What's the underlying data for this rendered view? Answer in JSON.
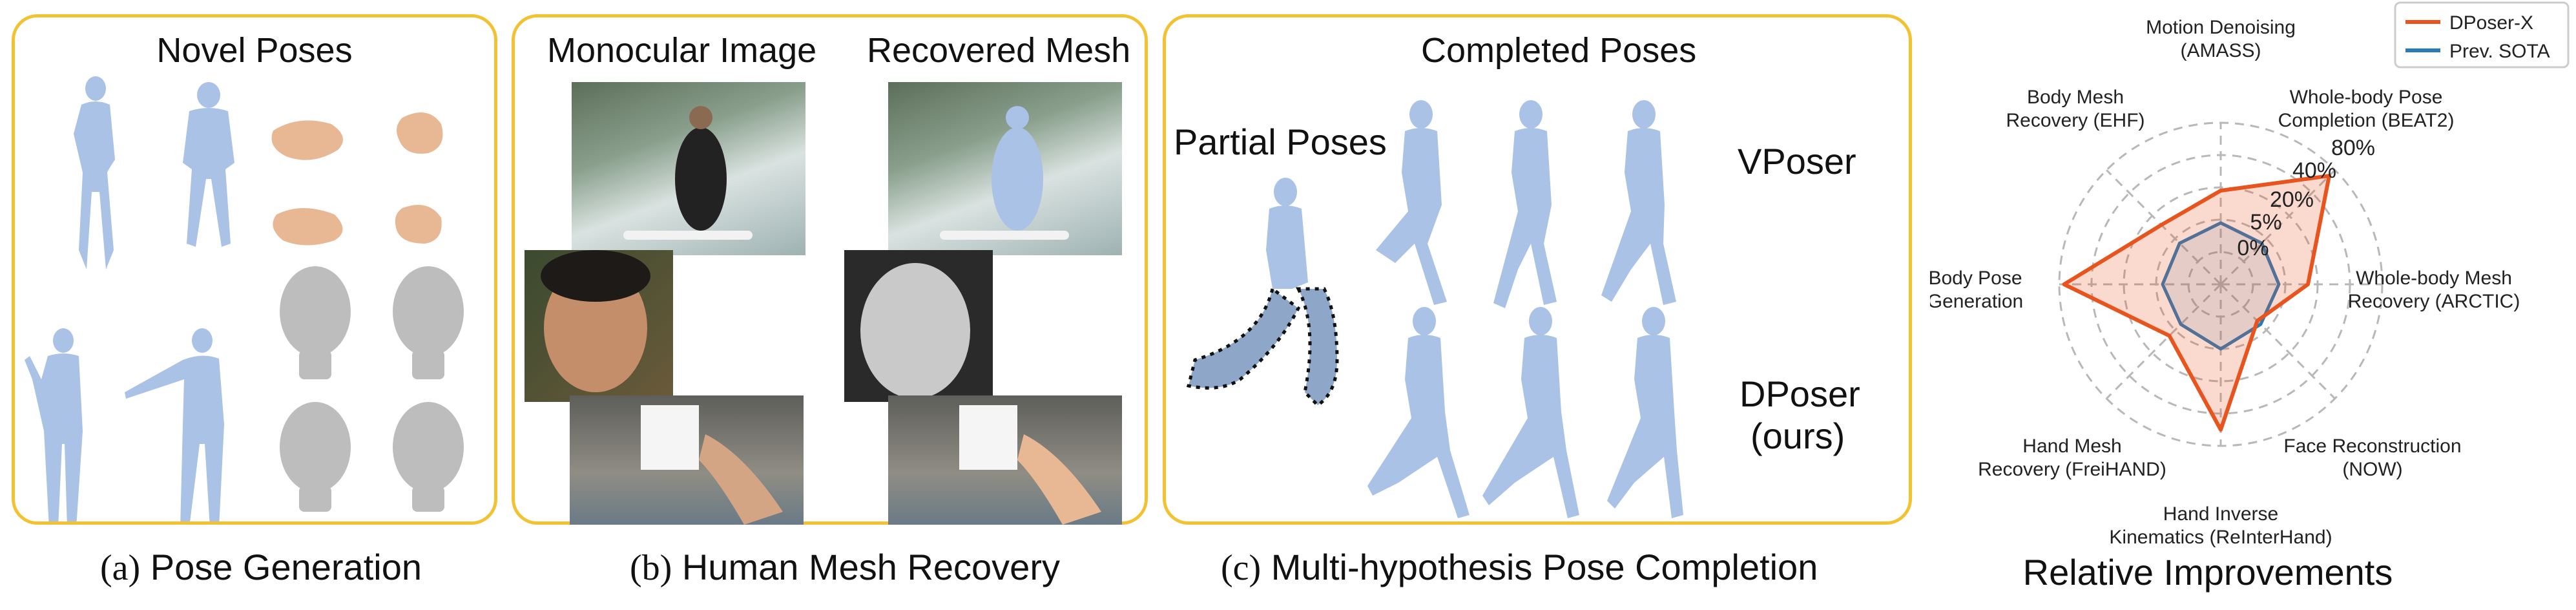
{
  "panels": {
    "a": {
      "title": "Novel Poses",
      "caption_letter": "(a)",
      "caption_text": "Pose Generation"
    },
    "b": {
      "title_left": "Monocular Image",
      "title_right": "Recovered Mesh",
      "caption_letter": "(b)",
      "caption_text": "Human Mesh Recovery"
    },
    "c": {
      "title": "Completed Poses",
      "partial_label": "Partial Poses",
      "vposer_label": "VPoser",
      "dposer_label": "DPoser",
      "dposer_sub": "(ours)",
      "caption_letter": "(c)",
      "caption_text": "Multi-hypothesis Pose Completion"
    }
  },
  "colors": {
    "panel_border": "#f2c233",
    "body_mesh": "#a9c2e6",
    "hand_skin": "#e8b894",
    "face_mesh": "#bdbdbd",
    "dposerx": "#e8541e",
    "prev_sota": "#2a7ab8"
  },
  "chart_data": {
    "type": "radar",
    "title": "Relative Improvements",
    "axes": [
      {
        "line1": "Motion Denoising",
        "line2": "(AMASS)"
      },
      {
        "line1": "Whole-body Pose",
        "line2": "Completion (BEAT2)"
      },
      {
        "line1": "Whole-body Mesh",
        "line2": "Recovery (ARCTIC)"
      },
      {
        "line1": "Face Reconstruction",
        "line2": "(NOW)"
      },
      {
        "line1": "Hand Inverse",
        "line2": "Kinematics (ReInterHand)"
      },
      {
        "line1": "Hand Mesh",
        "line2": "Recovery (FreiHAND)"
      },
      {
        "line1": "Body Pose",
        "line2": "Generation"
      },
      {
        "line1": "Body Mesh",
        "line2": "Recovery (EHF)"
      }
    ],
    "ring_labels": [
      "0%",
      "5%",
      "20%",
      "40%",
      "80%"
    ],
    "series": [
      {
        "name": "DPoser-X",
        "color": "#e8541e",
        "values": [
          0.58,
          0.95,
          0.54,
          0.32,
          0.9,
          0.45,
          0.97,
          0.52
        ]
      },
      {
        "name": "Prev. SOTA",
        "color": "#2a7ab8",
        "values": [
          0.38,
          0.36,
          0.36,
          0.35,
          0.4,
          0.35,
          0.36,
          0.36
        ]
      }
    ],
    "legend_position": "top-right"
  }
}
